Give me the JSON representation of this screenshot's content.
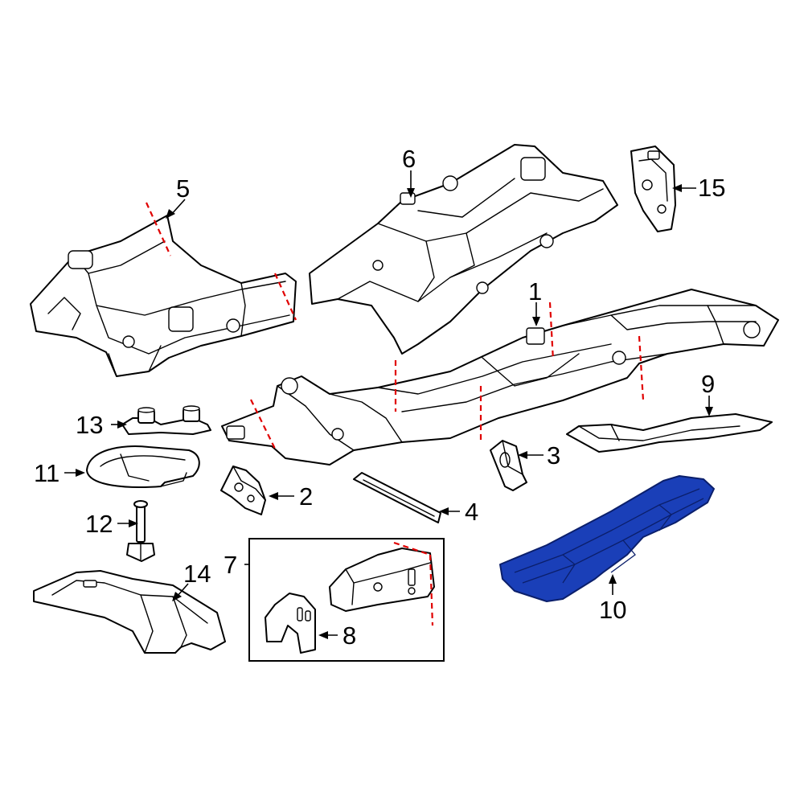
{
  "callouts": {
    "c1": "1",
    "c2": "2",
    "c3": "3",
    "c4": "4",
    "c5": "5",
    "c6": "6",
    "c7": "7",
    "c8": "8",
    "c9": "9",
    "c10": "10",
    "c11": "11",
    "c12": "12",
    "c13": "13",
    "c14": "14",
    "c15": "15"
  },
  "colors": {
    "highlight_fill": "#1a3fb8",
    "highlight_edge": "#0b1f6b",
    "cut_line": "#e00000",
    "line": "#000000",
    "background": "#ffffff"
  }
}
